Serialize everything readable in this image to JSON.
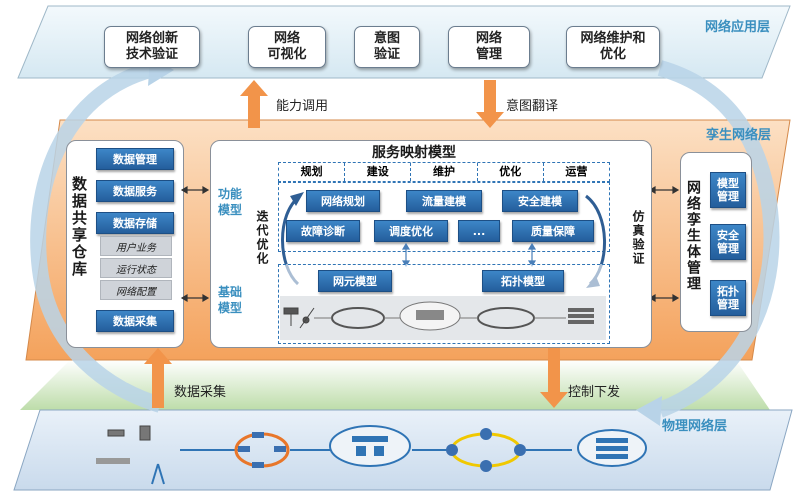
{
  "layers": {
    "application": "网络应用层",
    "twin": "孪生网络层",
    "physical": "物理网络层"
  },
  "app_boxes": [
    {
      "line1": "网络创新",
      "line2": "技术验证"
    },
    {
      "line1": "网络",
      "line2": "可视化"
    },
    {
      "line1": "意图",
      "line2": "验证"
    },
    {
      "line1": "网络",
      "line2": "管理"
    },
    {
      "line1": "网络维护和",
      "line2": "优化"
    }
  ],
  "arrows": {
    "capability_call": "能力调用",
    "intent_translation": "意图翻译",
    "data_collection": "数据采集",
    "control_issue": "控制下发"
  },
  "repo": {
    "title": "数据共享仓库",
    "items": [
      "数据管理",
      "数据服务",
      "数据存储",
      "用户业务",
      "运行状态",
      "网络配置",
      "数据采集"
    ]
  },
  "mapping": {
    "title": "服务映射模型",
    "functional_model": "功能模型",
    "basic_model": "基础模型",
    "iterative_opt": "迭代优化",
    "sim_verify": "仿真验证",
    "phases": [
      "规划",
      "建设",
      "维护",
      "优化",
      "运营"
    ],
    "function_row1": [
      "网络规划",
      "流量建模",
      "安全建模"
    ],
    "function_row2": [
      "故障诊断",
      "调度优化",
      "...",
      "质量保障"
    ],
    "basic_row": [
      "网元模型",
      "拓扑模型"
    ]
  },
  "twin_mgmt": {
    "title": "网络孪生体管理",
    "items": [
      "模型管理",
      "安全管理",
      "拓扑管理"
    ]
  },
  "colors": {
    "app_layer": "#e6f1f7",
    "twin_layer": "#f8b77e",
    "physical_layer": "#d9e6f2",
    "accent_blue": "#2f74b5",
    "arrow_orange": "#f2944a",
    "layer_label": "#3a8fbf"
  }
}
